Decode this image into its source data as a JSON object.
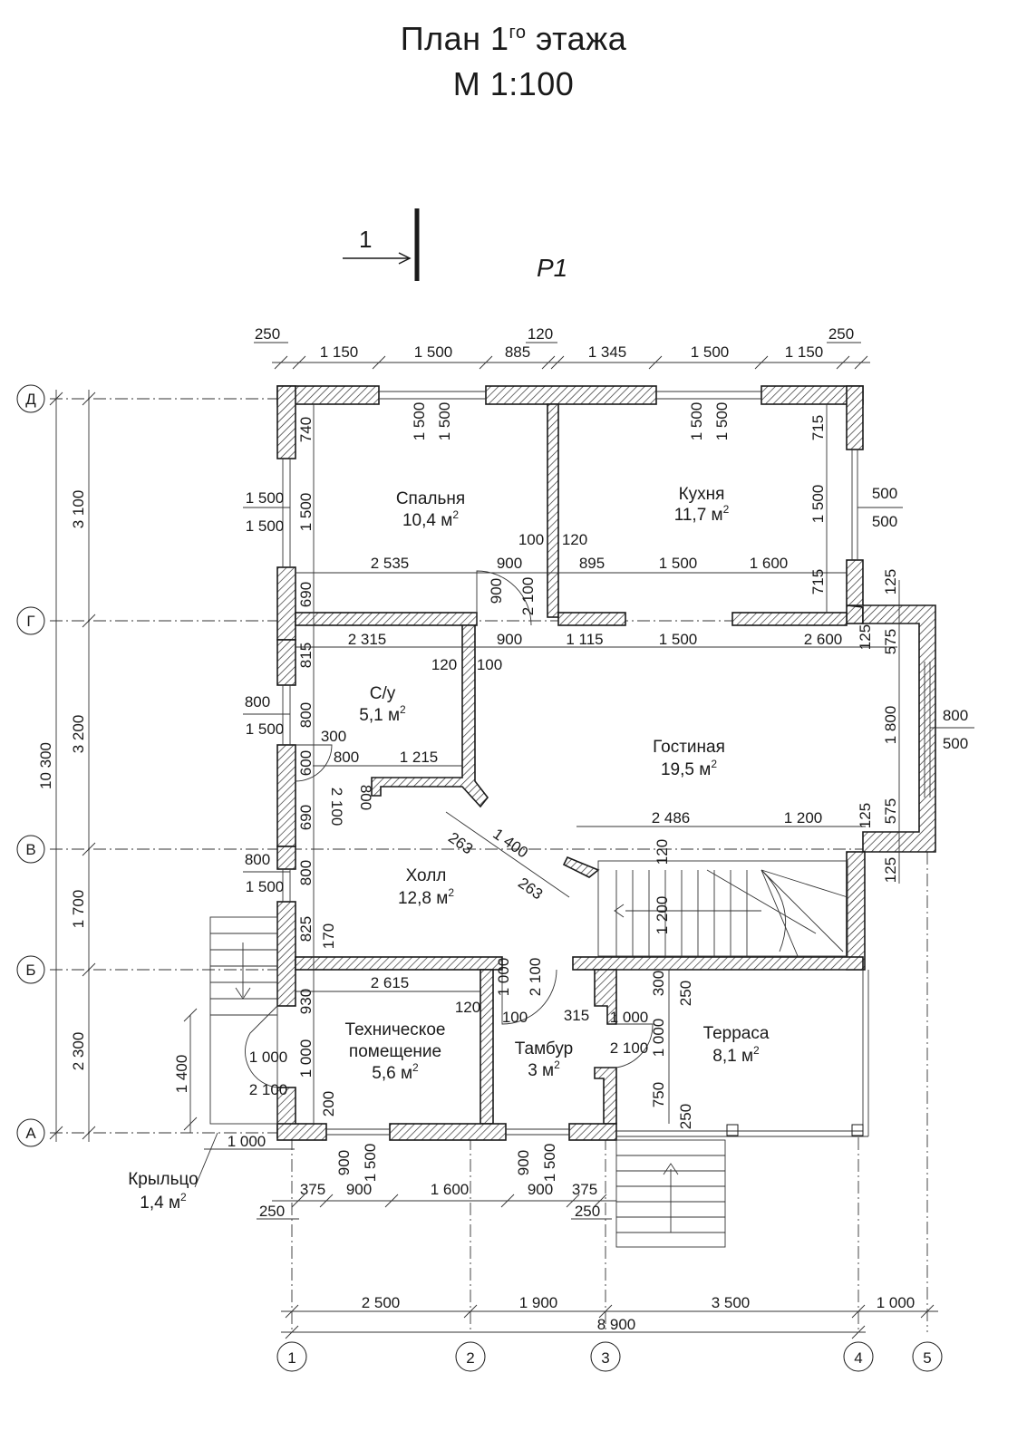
{
  "title": {
    "line1": "План 1",
    "sup": "го",
    "line1_end": " этажа",
    "line2": "М 1:100"
  },
  "section_mark": {
    "label": "1"
  },
  "note_mark": "Р1",
  "axes": {
    "letters": [
      "Д",
      "Г",
      "В",
      "Б",
      "А"
    ],
    "numbers": [
      "1",
      "2",
      "3",
      "4",
      "5"
    ]
  },
  "rooms": {
    "bedroom": {
      "name": "Спальня",
      "area": "10,4 м",
      "sup": "2"
    },
    "kitchen": {
      "name": "Кухня",
      "area": "11,7 м",
      "sup": "2"
    },
    "wc": {
      "name": "С/у",
      "area": "5,1 м",
      "sup": "2"
    },
    "living": {
      "name": "Гостиная",
      "area": "19,5 м",
      "sup": "2"
    },
    "hall": {
      "name": "Холл",
      "area": "12,8 м",
      "sup": "2"
    },
    "tech": {
      "name1": "Техническое",
      "name2": "помещение",
      "area": "5,6 м",
      "sup": "2"
    },
    "tambur": {
      "name": "Тамбур",
      "area": "3 м",
      "sup": "2"
    },
    "terrace": {
      "name": "Терраса",
      "area": "8,1 м",
      "sup": "2"
    },
    "porch": {
      "name": "Крыльцо",
      "area": "1,4 м",
      "sup": "2"
    }
  },
  "dims": {
    "top": [
      "250",
      "1 150",
      "1 500",
      "885",
      "120",
      "1 345",
      "1 500",
      "1 150",
      "250"
    ],
    "left_axes": [
      "3 100",
      "3 200",
      "1 700",
      "2 300"
    ],
    "left_total": "10 300",
    "bottom_axes": [
      "2 500",
      "1 900",
      "3 500",
      "1 000"
    ],
    "bottom_total": "8 900",
    "bottom_openings": [
      "250",
      "375",
      "900",
      "1 600",
      "900",
      "375",
      "250"
    ],
    "row_g_upper": [
      "2 535",
      "900",
      "100",
      "120",
      "895",
      "1 500",
      "1 600"
    ],
    "row_g_lower": [
      "2 315",
      "900",
      "1 115",
      "1 500",
      "2 600",
      "120",
      "100"
    ],
    "wc_row": [
      "300",
      "800",
      "1 215"
    ],
    "stair_row": [
      "2 486",
      "1 200"
    ],
    "diag": [
      "263",
      "1 400",
      "263"
    ],
    "b_row": [
      "2 615",
      "120",
      "100",
      "315"
    ],
    "windows": {
      "top_left": [
        "1 500",
        "1 500"
      ],
      "top_right": [
        "1 500",
        "1 500"
      ],
      "left_bed": [
        "1 500",
        "1 500"
      ],
      "right_kitchen": [
        "500",
        "500"
      ],
      "left_wc": [
        "800",
        "1 500"
      ],
      "right_living": [
        "800",
        "500"
      ],
      "left_hall": [
        "800",
        "1 500"
      ],
      "bottom_tech": [
        "900",
        "1 500"
      ],
      "bottom_tambur": [
        "900",
        "1 500"
      ]
    },
    "vertical": {
      "bed_left": [
        "740",
        "1 500",
        "690"
      ],
      "wc_left": [
        "815",
        "800",
        "600"
      ],
      "hall_left": [
        "690",
        "800",
        "825",
        "170"
      ],
      "tech_left": [
        "930",
        "1 000",
        "200"
      ],
      "kitchen_right": [
        "715",
        "1 500",
        "715"
      ],
      "living_right": [
        "125",
        "125",
        "575",
        "1 800",
        "575",
        "125",
        "125"
      ],
      "door_bed": [
        "900",
        "2 100"
      ],
      "door_wc": [
        "2 100",
        "800"
      ],
      "stair_v": [
        "120",
        "1 200"
      ],
      "tambur_door": [
        "1 000",
        "2 100"
      ],
      "terrace_door": [
        "1 000",
        "2 100"
      ],
      "terrace_v": [
        "300",
        "250",
        "1 000",
        "750",
        "250"
      ],
      "porch_door": [
        "1 000",
        "2 100"
      ],
      "porch_h": [
        "1 400",
        "1 000"
      ]
    }
  }
}
